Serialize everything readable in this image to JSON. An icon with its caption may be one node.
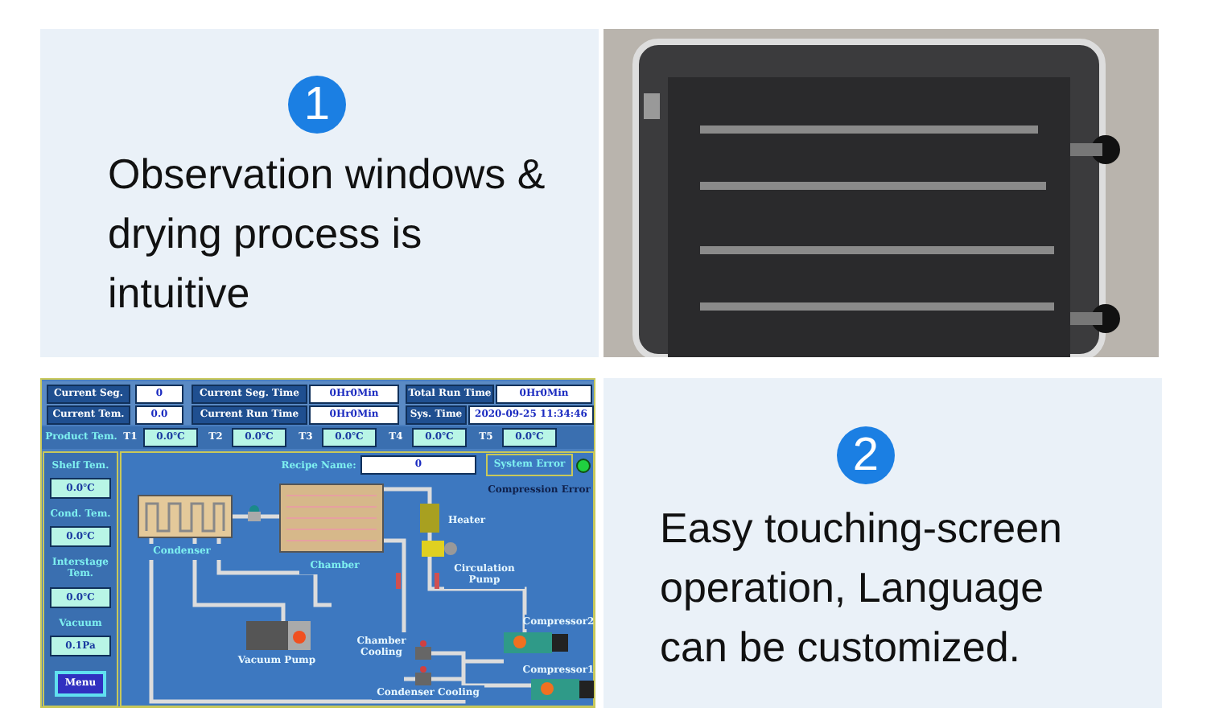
{
  "diagram": {
    "nodes": [
      {
        "text": [
          "1"
        ],
        "beside": [
          "Observation windows & drying process is intuitive"
        ]
      },
      {
        "text": [
          "2"
        ],
        "beside": [
          "Easy touching-screen operation, Language can be customized."
        ]
      }
    ],
    "labels": [
      "Current Seg.",
      "0",
      "Current Seg. Time",
      "0Hr0Min",
      "Total Run Time",
      "0Hr0Min",
      "Current Tem.",
      "0.0",
      "Current Run Time",
      "0Hr0Min",
      "Sys. Time",
      "2020-09-25 11:34:46",
      "Product Tem.",
      "T1",
      "0.0℃",
      "T2",
      "0.0℃",
      "T3",
      "0.0℃",
      "T4",
      "0.0℃",
      "T5",
      "0.0℃",
      "Shelf Tem.",
      "0.0℃",
      "Cond. Tem.",
      "0.0℃",
      "Interstage Tem.",
      "0.0℃",
      "Vacuum",
      "0.1Pa",
      "Menu",
      "Recipe Name:",
      "0",
      "System Error",
      "Compression Error",
      "Condenser",
      "Chamber",
      "Heater",
      "Circulation Pump",
      "Vacuum Pump",
      "Chamber Cooling",
      "Condenser Cooling",
      "Compressor2",
      "Compressor1"
    ]
  }
}
